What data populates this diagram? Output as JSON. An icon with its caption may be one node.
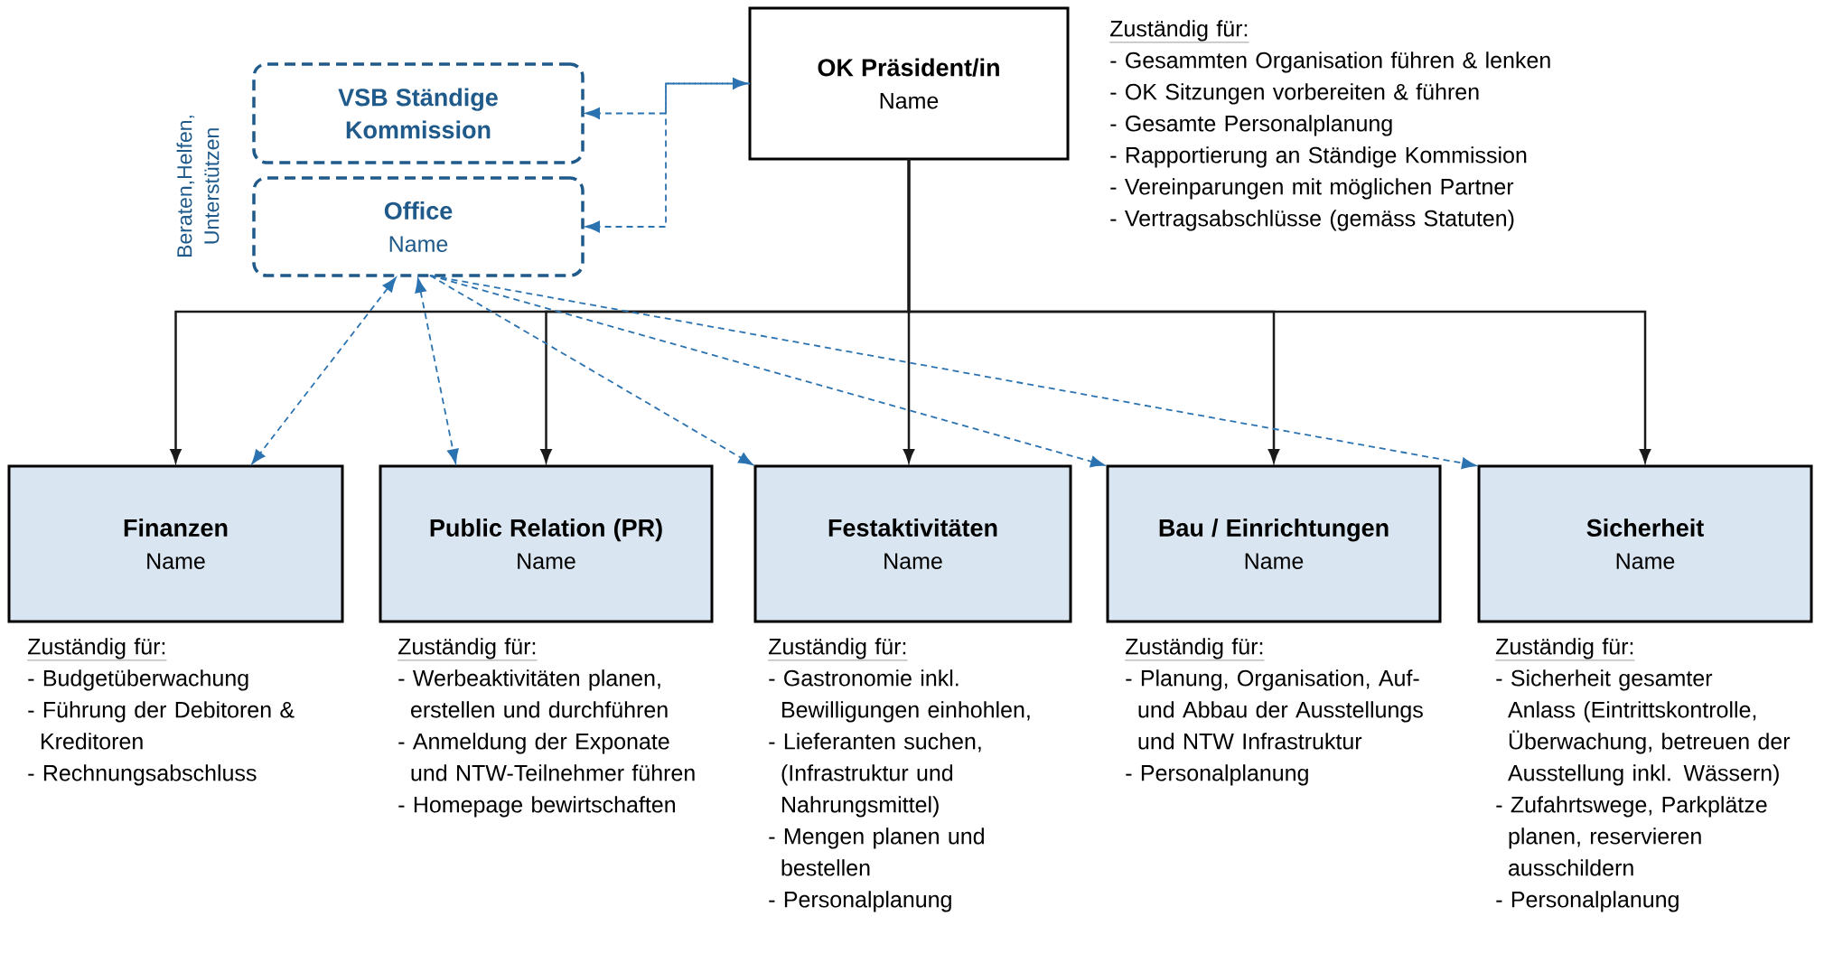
{
  "diagram": {
    "nodes": [
      {
        "text": [
          "OK Präsident/in",
          "Name"
        ],
        "beside": [
          "Zuständig für:",
          "- Gesammten Organisation führen & lenken",
          "- OK Sitzungen vorbereiten & führen",
          "- Gesamte Personalplanung",
          "- Rapportierung an Ständige Kommission",
          "- Vereinparungen mit möglichen Partner",
          "- Vertragsabschlüsse (gemäss Statuten)"
        ]
      },
      {
        "text": [
          "VSB Ständige Kommission"
        ]
      },
      {
        "text": [
          "Office",
          "Name"
        ]
      },
      {
        "text": [
          "Finanzen",
          "Name"
        ],
        "beside": [
          "Zuständig für:",
          "- Budgetüberwachung",
          "- Führung der Debitoren & Kreditoren",
          "- Rechnungsabschluss"
        ]
      },
      {
        "text": [
          "Public Relation (PR)",
          "Name"
        ],
        "beside": [
          "Zuständig für:",
          "- Werbeaktivitäten planen, erstellen und durchführen",
          "- Anmeldung der Exponate und NTW-Teilnehmer führen",
          "- Homepage bewirtschaften"
        ]
      },
      {
        "text": [
          "Festaktivitäten",
          "Name"
        ],
        "beside": [
          "Zuständig für:",
          "- Gastronomie inkl. Bewilligungen einhohlen,",
          "- Lieferanten suchen, (Infrastruktur und Nahrungsmittel)",
          "- Mengen planen und bestellen",
          "- Personalplanung"
        ]
      },
      {
        "text": [
          "Bau / Einrichtungen",
          "Name"
        ],
        "beside": [
          "Zuständig für:",
          "- Planung, Organisation, Auf- und Abbau der Ausstellungs und NTW Infrastruktur",
          "- Personalplanung"
        ]
      },
      {
        "text": [
          "Sicherheit",
          "Name"
        ],
        "beside": [
          "Zuständig für:",
          "- Sicherheit gesamter Anlass (Eintrittskontrolle, Überwachung, betreuen der Ausstellung inkl. Wässern)",
          "- Zufahrtswege, Parkplätze planen, reservieren ausschildern",
          "- Personalplanung"
        ]
      }
    ],
    "edges": [
      {
        "from": 0,
        "to": 3,
        "arrow": "to",
        "color": "#1a1a1a"
      },
      {
        "from": 0,
        "to": 4,
        "arrow": "to",
        "color": "#1a1a1a"
      },
      {
        "from": 0,
        "to": 5,
        "arrow": "to",
        "color": "#1a1a1a"
      },
      {
        "from": 0,
        "to": 6,
        "arrow": "to",
        "color": "#1a1a1a"
      },
      {
        "from": 0,
        "to": 7,
        "arrow": "to",
        "color": "#1a1a1a"
      },
      {
        "from": 0,
        "to": 1,
        "arrow": "both",
        "style": "dashed",
        "color": "#2b73b0"
      },
      {
        "from": 0,
        "to": 2,
        "arrow": "to",
        "style": "dashed",
        "color": "#2b73b0"
      },
      {
        "from": 2,
        "to": 3,
        "arrow": "both",
        "style": "dashed",
        "color": "#2b73b0"
      },
      {
        "from": 2,
        "to": 4,
        "arrow": "both",
        "style": "dashed",
        "color": "#2b73b0"
      },
      {
        "from": 2,
        "to": 5,
        "arrow": "to",
        "style": "dashed",
        "color": "#2b73b0"
      },
      {
        "from": 2,
        "to": 6,
        "arrow": "to",
        "style": "dashed",
        "color": "#2b73b0"
      },
      {
        "from": 2,
        "to": 7,
        "arrow": "to",
        "style": "dashed",
        "color": "#2b73b0"
      }
    ],
    "labels": [
      "Beraten,Helfen, Unterstützen"
    ]
  }
}
